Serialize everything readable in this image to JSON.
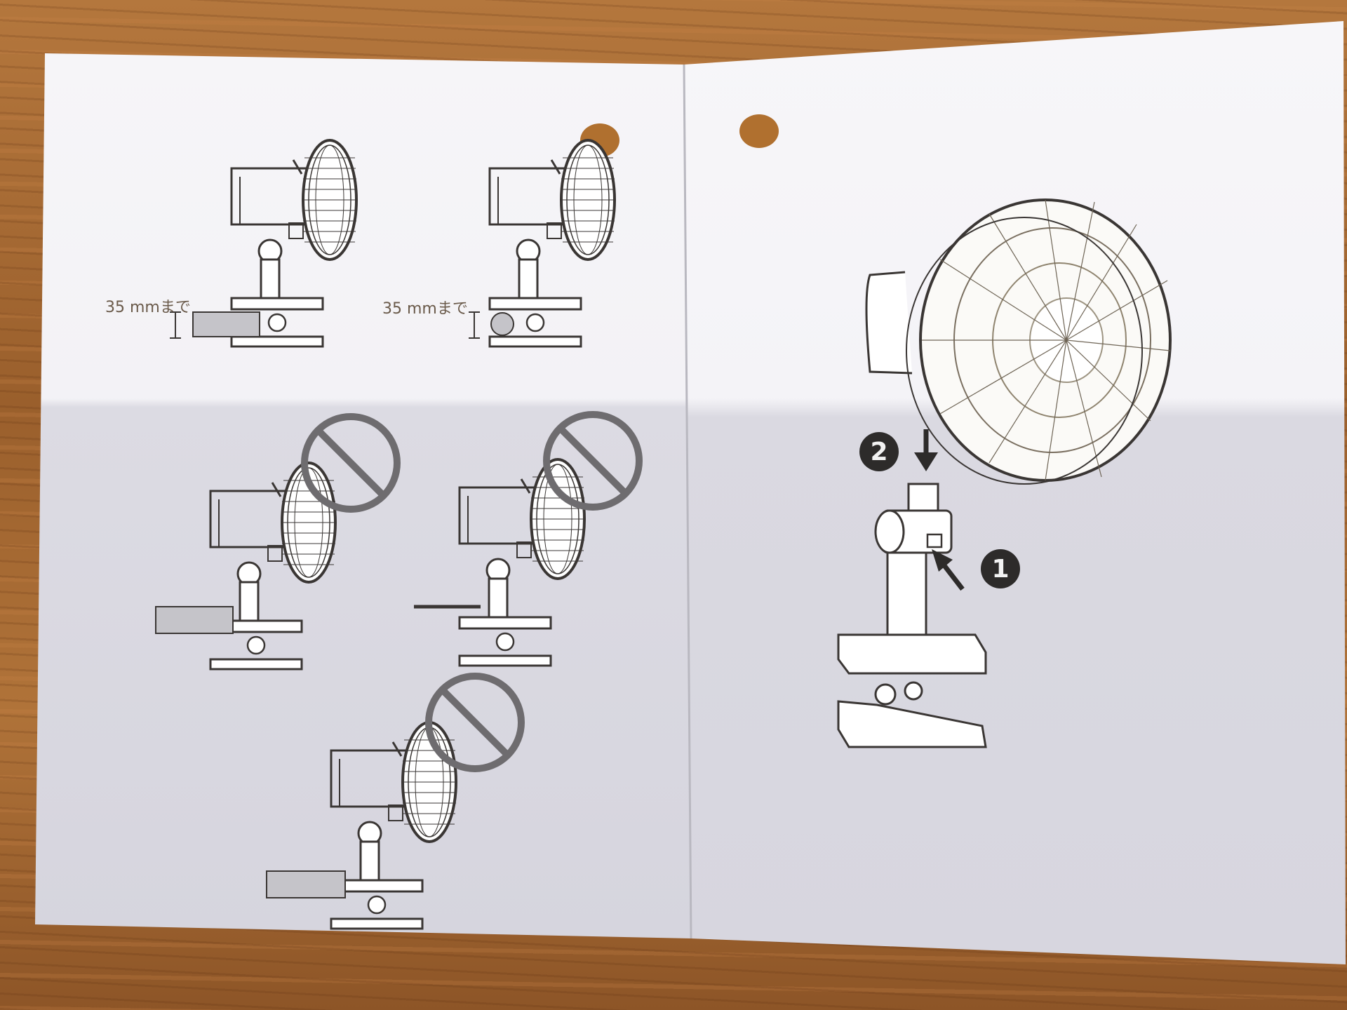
{
  "labels": {
    "clamp_max_left": "35 mmまで",
    "clamp_max_right": "35 mmまで"
  },
  "steps": {
    "step_1": "1",
    "step_2": "2"
  },
  "colors": {
    "paper": "#f4f3f6",
    "paper_shadow": "#d9d8e0",
    "ink": "#3a3634",
    "prohibit": "#6e6c6f",
    "wood": "#a86a34"
  }
}
